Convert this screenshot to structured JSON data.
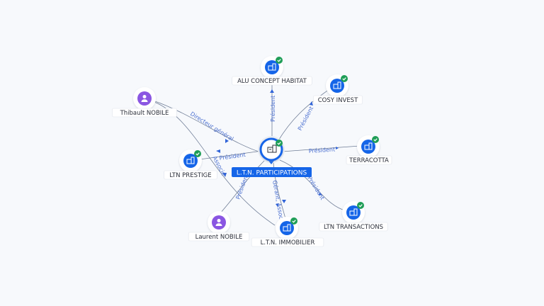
{
  "colors": {
    "company_blue": "#1565e8",
    "person_purple": "#8a56e2",
    "check_green": "#1f9e57",
    "edge": "#6f7d96",
    "edge_label": "#4a6fd0"
  },
  "center": {
    "label": "L.T.N. PARTICIPATIONS",
    "icon": "building-icon"
  },
  "companies": [
    {
      "id": "alu",
      "label": "ALU CONCEPT HABITAT",
      "icon": "building-icon",
      "verified": true
    },
    {
      "id": "cosy",
      "label": "COSY INVEST",
      "icon": "building-icon",
      "verified": true
    },
    {
      "id": "terracotta",
      "label": "TERRACOTTA",
      "icon": "building-icon",
      "verified": true
    },
    {
      "id": "transactions",
      "label": "LTN TRANSACTIONS",
      "icon": "building-icon",
      "verified": true
    },
    {
      "id": "immobilier",
      "label": "L.T.N. IMMOBILIER",
      "icon": "building-icon",
      "verified": true
    },
    {
      "id": "prestige",
      "label": "LTN PRESTIGE",
      "icon": "building-icon",
      "verified": true
    }
  ],
  "persons": [
    {
      "id": "thibault",
      "label": "Thibault NOBILE",
      "icon": "person-icon"
    },
    {
      "id": "laurent",
      "label": "Laurent NOBILE",
      "icon": "person-icon"
    }
  ],
  "edges": [
    {
      "id": "e-alu",
      "label": "Président"
    },
    {
      "id": "e-cosy",
      "label": "Président"
    },
    {
      "id": "e-terracotta",
      "label": "Président"
    },
    {
      "id": "e-transactions",
      "label": "Président"
    },
    {
      "id": "e-immobilier",
      "label": "Gérant, Associé"
    },
    {
      "id": "e-prestige",
      "label": "Président"
    },
    {
      "id": "e-thibault",
      "label": "Directeur général"
    },
    {
      "id": "e-laurent-immo",
      "label": "Président"
    },
    {
      "id": "e-thibault-immo",
      "label": "Associé"
    }
  ]
}
